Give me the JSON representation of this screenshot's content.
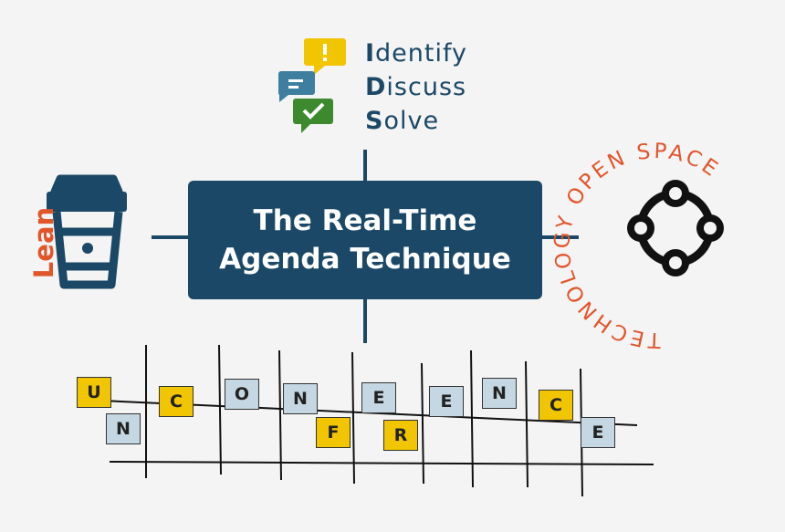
{
  "center": {
    "line1": "The Real-Time",
    "line2": "Agenda Technique"
  },
  "ids": {
    "rows": [
      {
        "first": "I",
        "rest": "dentify"
      },
      {
        "first": "D",
        "rest": "iscuss"
      },
      {
        "first": "S",
        "rest": "olve"
      }
    ],
    "icon": "chat-bubbles-icon"
  },
  "lean": {
    "label": "Lean",
    "icon": "coffee-cup-icon"
  },
  "open_space": {
    "arc_text": "TECHNOLOGY OPEN SPACE",
    "icon": "people-circle-icon"
  },
  "unconference": {
    "tiles": [
      {
        "letter": "U",
        "color": "yellow"
      },
      {
        "letter": "N",
        "color": "blue"
      },
      {
        "letter": "C",
        "color": "yellow"
      },
      {
        "letter": "O",
        "color": "blue"
      },
      {
        "letter": "N",
        "color": "blue"
      },
      {
        "letter": "F",
        "color": "yellow"
      },
      {
        "letter": "E",
        "color": "blue"
      },
      {
        "letter": "R",
        "color": "yellow"
      },
      {
        "letter": "E",
        "color": "blue"
      },
      {
        "letter": "N",
        "color": "blue"
      },
      {
        "letter": "C",
        "color": "yellow"
      },
      {
        "letter": "E",
        "color": "blue"
      }
    ]
  },
  "colors": {
    "navy": "#1b4866",
    "orange": "#e2552b",
    "yellow": "#f1c500",
    "tile_blue": "#c4d7e2",
    "green": "#3d8a2e",
    "teal": "#3e7fa0"
  }
}
